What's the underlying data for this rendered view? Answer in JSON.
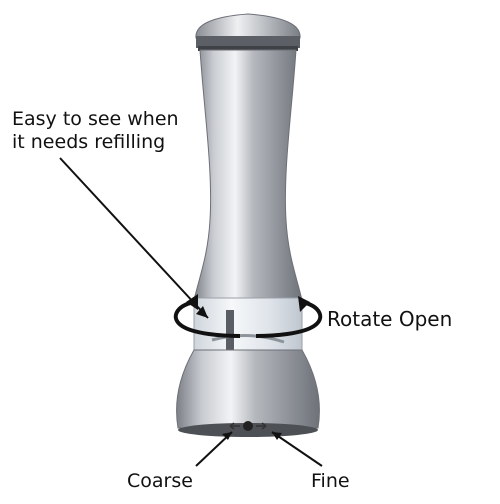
{
  "annotations": {
    "refill_line1": "Easy to see when",
    "refill_line2": "it needs refilling",
    "rotate": "Rotate Open",
    "coarse": "Coarse",
    "fine": "Fine"
  },
  "colors": {
    "steel_light": "#f2f3f5",
    "steel_mid": "#b5b8bd",
    "steel_dark": "#7c8087",
    "window_glass": "#e9edf2",
    "arrow": "#111111"
  },
  "icons": [
    "rotate-arrow-icon",
    "adjust-knob-icon"
  ]
}
